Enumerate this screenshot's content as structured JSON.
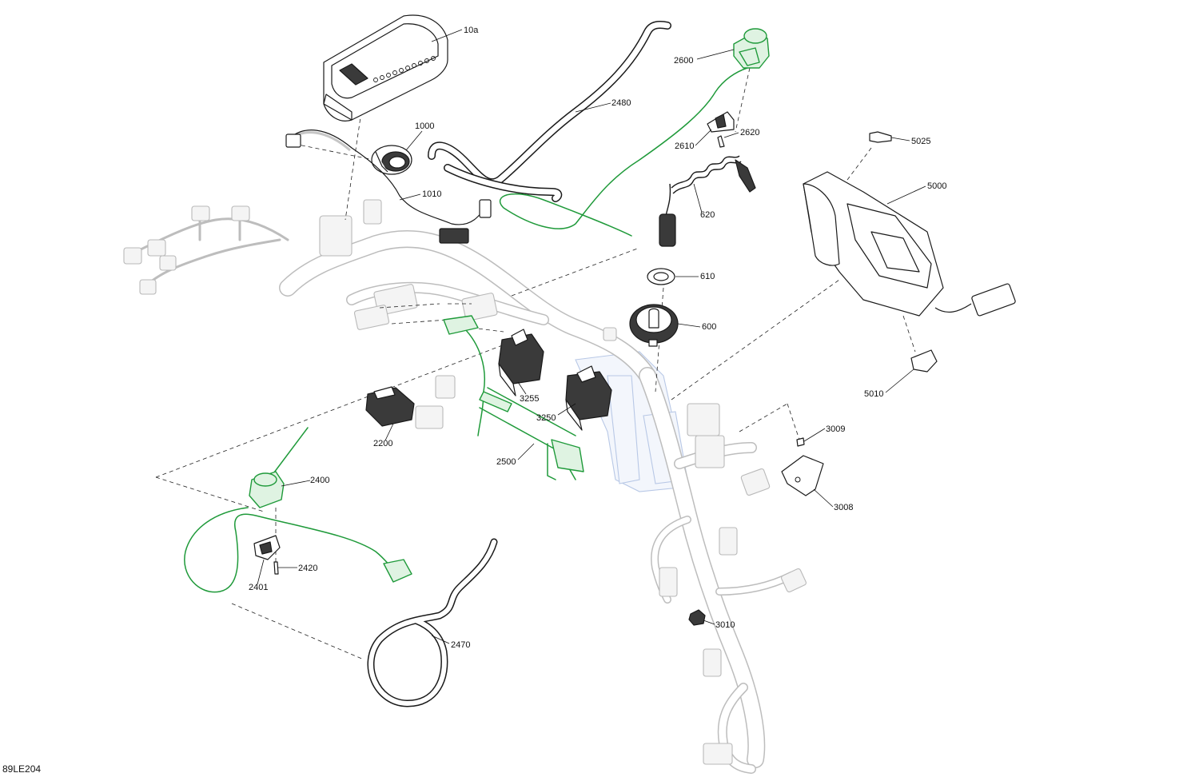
{
  "diagram": {
    "doc_id": "89LE204",
    "labels": {
      "p10a": "10a",
      "p1000": "1000",
      "p1010": "1010",
      "p2480": "2480",
      "p2600": "2600",
      "p2610": "2610",
      "p2620": "2620",
      "p620": "620",
      "p610": "610",
      "p600": "600",
      "p5025": "5025",
      "p5000": "5000",
      "p5010": "5010",
      "p3255": "3255",
      "p3250": "3250",
      "p2200": "2200",
      "p2500": "2500",
      "p2400": "2400",
      "p2401": "2401",
      "p2420": "2420",
      "p2470": "2470",
      "p3009": "3009",
      "p3008": "3008",
      "p3010": "3010"
    },
    "colors": {
      "highlight": "#1f9a3a",
      "line": "#1a1a1a",
      "ghost": "#bdbdbd",
      "frame": "#b8c8e6"
    }
  }
}
